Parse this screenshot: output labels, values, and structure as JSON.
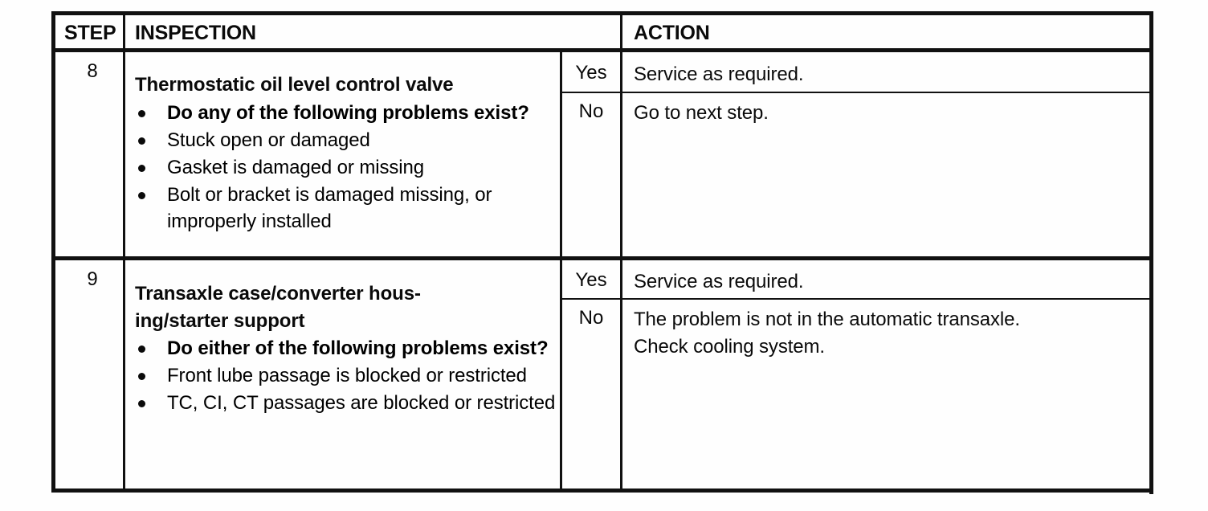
{
  "document": {
    "type": "service-manual-diagnostic-table",
    "background_color": "#fefefe",
    "ink_color": "#0a0a0a"
  },
  "table": {
    "headers": {
      "step": "STEP",
      "inspection": "INSPECTION",
      "result": "",
      "action": "ACTION"
    },
    "rows": [
      {
        "step": "8",
        "inspection": {
          "title": "Thermostatic oil level control valve",
          "bullets": [
            {
              "text": "Do any of the following problems exist?",
              "bold": true
            },
            {
              "text": "Stuck open or damaged",
              "bold": false
            },
            {
              "text": "Gasket is damaged or missing",
              "bold": false
            },
            {
              "text": "Bolt or bracket is damaged missing, or improperly installed",
              "bold": false
            }
          ]
        },
        "results": [
          {
            "label": "Yes",
            "action": "Service as required."
          },
          {
            "label": "No",
            "action": "Go to next step."
          }
        ]
      },
      {
        "step": "9",
        "inspection": {
          "title": "Transaxle case/converter housing/starter support",
          "title_line1": "Transaxle case/converter hous-",
          "title_line2": "ing/starter support",
          "bullets": [
            {
              "text": "Do either of the following problems exist?",
              "bold": true
            },
            {
              "text": "Front lube passage is blocked or restricted",
              "bold": false
            },
            {
              "text": "TC, CI, CT passages are blocked or restricted",
              "bold": false
            }
          ]
        },
        "results": [
          {
            "label": "Yes",
            "action": "Service as required."
          },
          {
            "label": "No",
            "action": "The problem is not in the automatic transaxle. Check cooling system.",
            "action_line1": "The problem is not in the automatic transaxle.",
            "action_line2": "Check cooling system."
          }
        ]
      }
    ]
  }
}
